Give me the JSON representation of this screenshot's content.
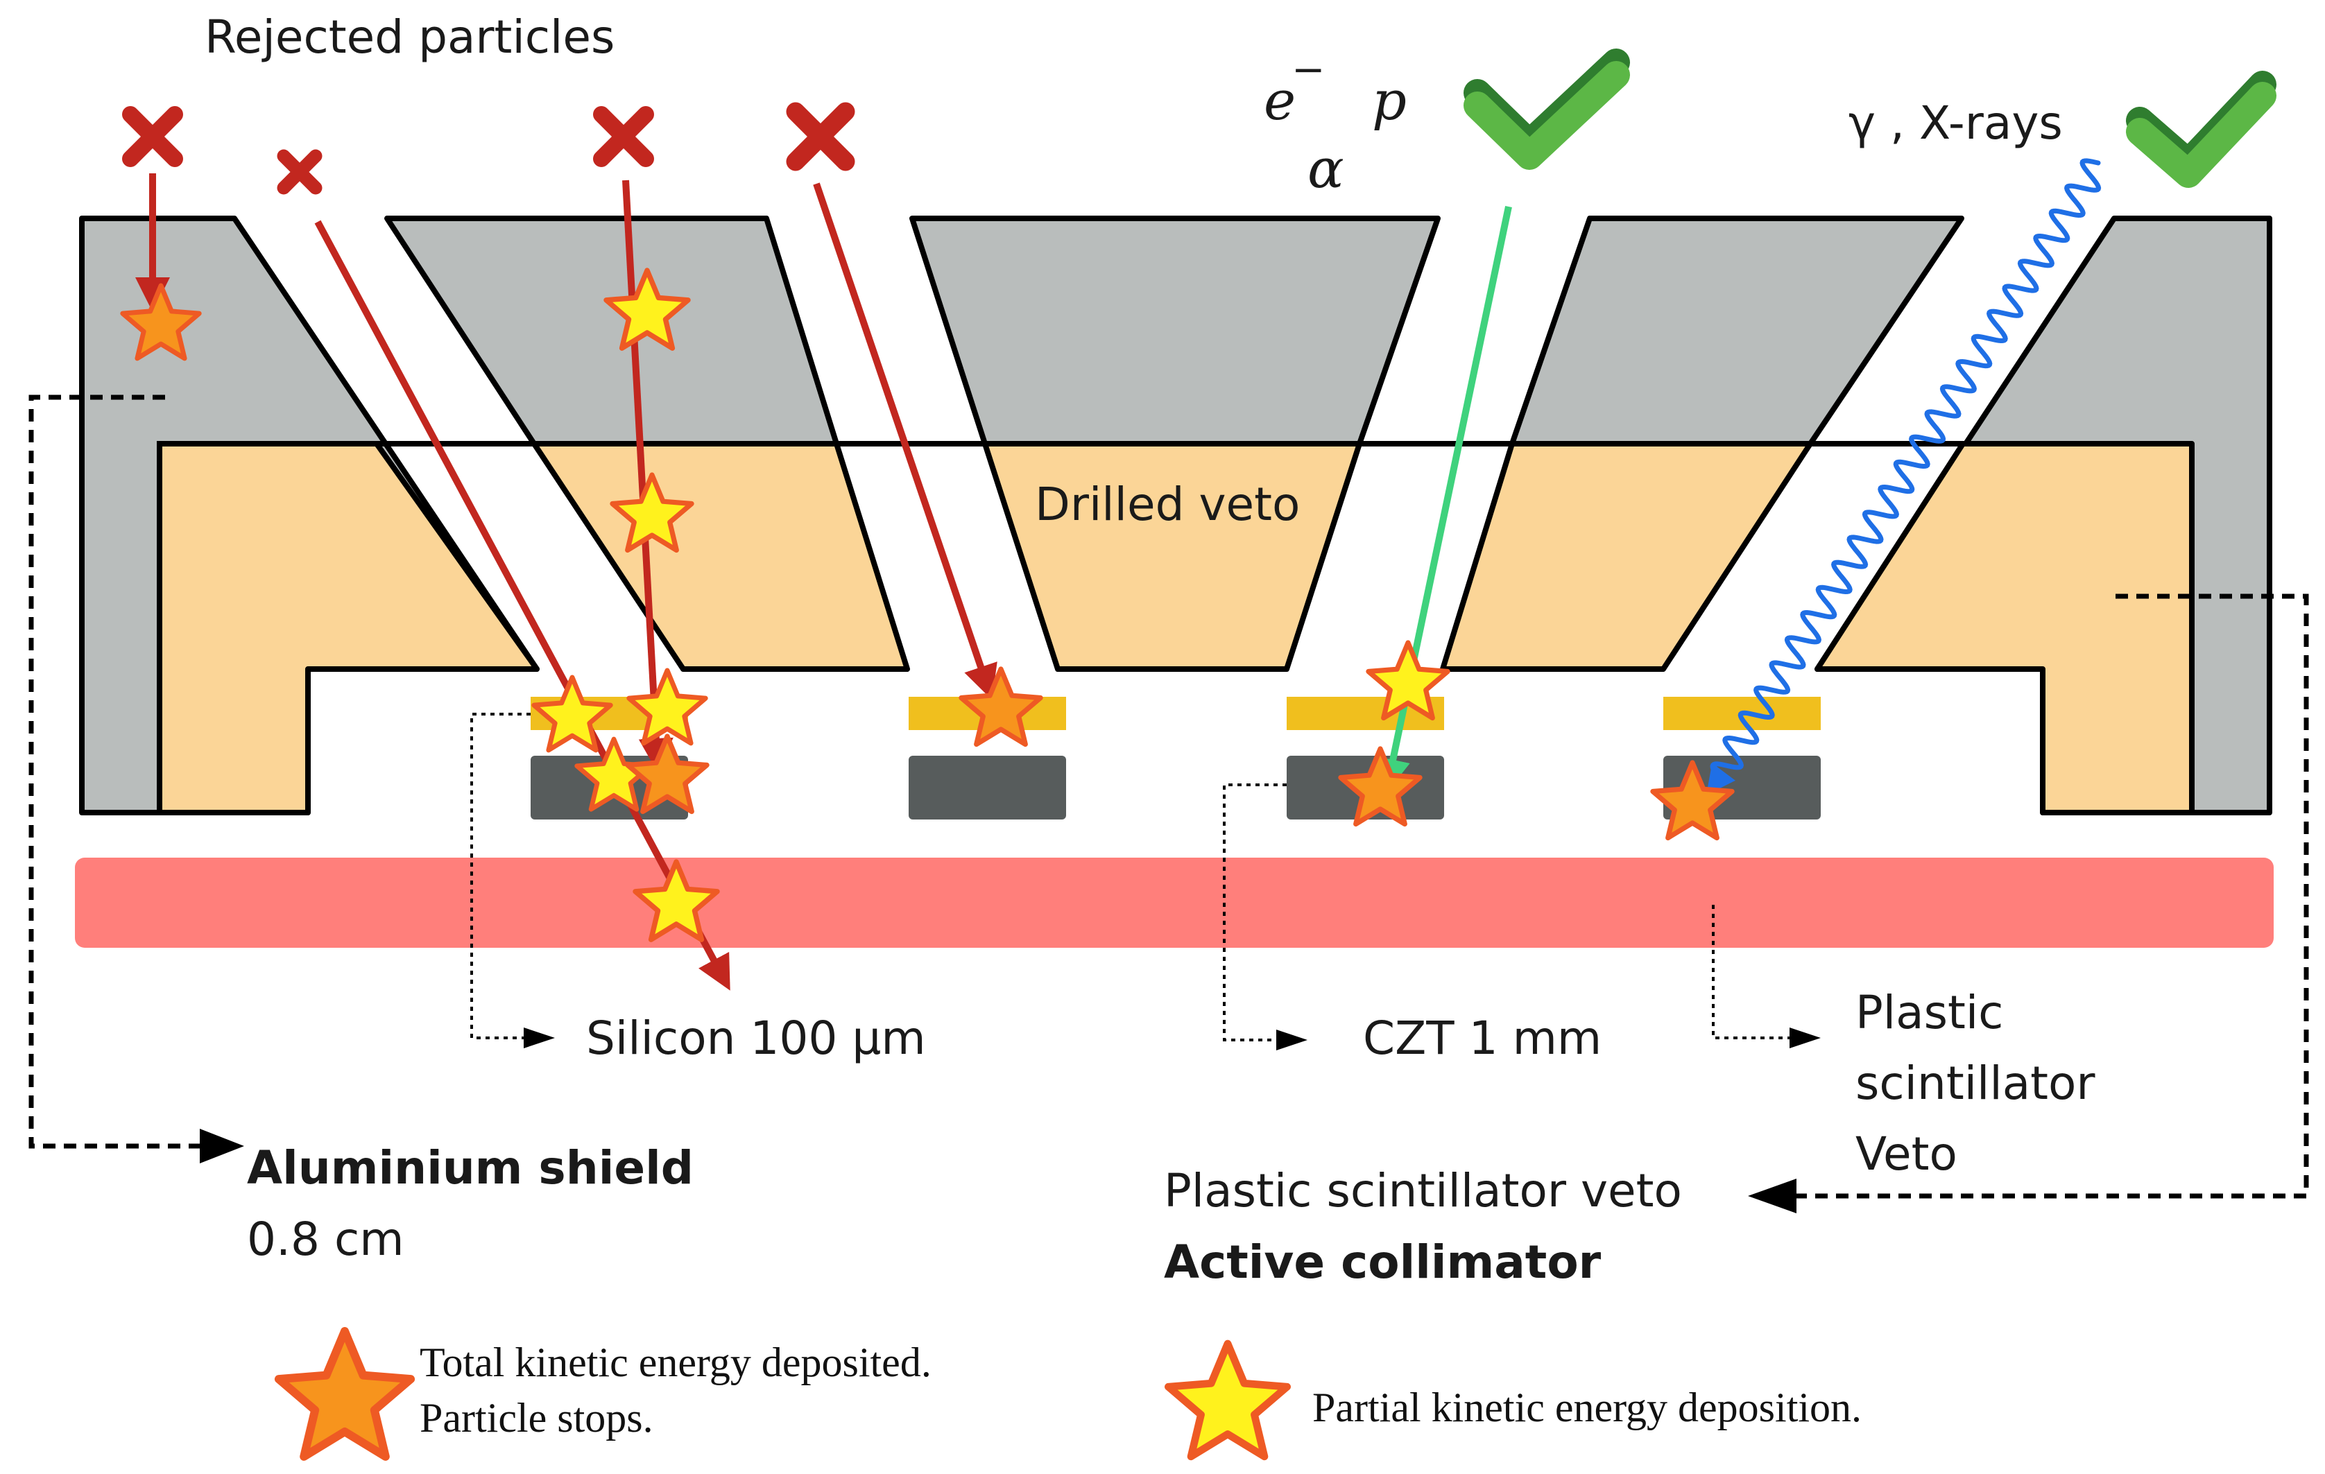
{
  "labels": {
    "rejected": "Rejected particles",
    "electron": "e",
    "electron_sup": "−",
    "proton": "p",
    "alpha": "α",
    "gamma": "γ , X-rays",
    "drilled_veto": "Drilled veto",
    "silicon": "Silicon 100 μm",
    "czt": "CZT 1 mm",
    "plastic_line1": "Plastic",
    "plastic_line2": "scintillator",
    "plastic_line3": "Veto",
    "aluminium_title": "Aluminium shield",
    "aluminium_sub": "0.8 cm",
    "veto_title": "Plastic scintillator veto",
    "veto_sub": "Active collimator"
  },
  "legend": {
    "total_line1": "Total kinetic energy deposited.",
    "total_line2": "Particle stops.",
    "partial": "Partial kinetic energy deposition."
  },
  "colors": {
    "aluminium": "#b9bdbc",
    "veto": "#fbd597",
    "plastic": "#ff7f7b",
    "silicon": "#f0bf1e",
    "czt": "#575c5c",
    "rejected_track": "#c2271f",
    "accepted_track": "#3fd27d",
    "photon": "#1f6fe6",
    "check": "#5cb746",
    "star_total": "#f7941d",
    "star_partial": "#fff21d",
    "star_edge": "#ee5a24"
  }
}
